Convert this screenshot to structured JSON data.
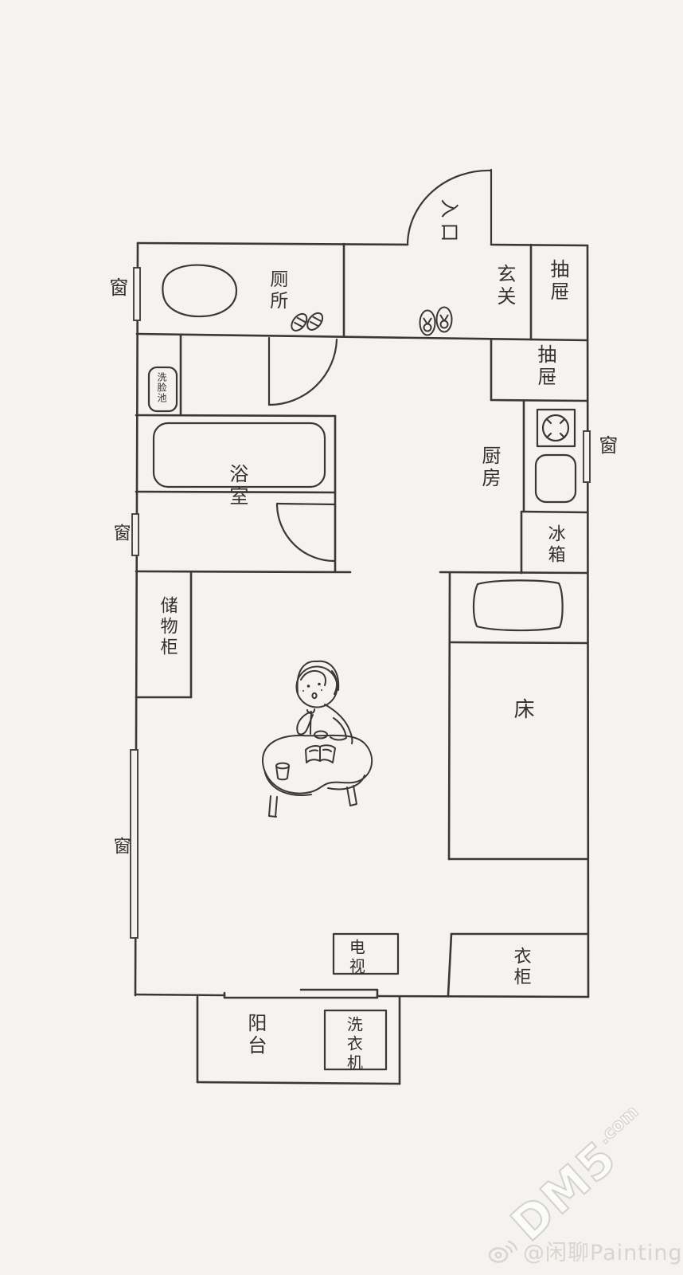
{
  "colors": {
    "paper": "#f4f3f0",
    "ink": "#3a3836",
    "watermark_gray": "#d8d4cf"
  },
  "plan": {
    "entrance": "入口",
    "entryway": "玄关",
    "drawer_top": "抽屉",
    "drawer_side": "抽屉",
    "toilet": "厕所",
    "wash_basin": "洗脸池",
    "bathroom": "浴室",
    "kitchen": "厨房",
    "fridge": "冰箱",
    "storage_cabinet": "储物柜",
    "bed": "床",
    "tv": "电视",
    "wardrobe": "衣柜",
    "balcony": "阳台",
    "washing_machine": "洗衣机",
    "windows": [
      "窗",
      "窗",
      "窗",
      "窗"
    ]
  },
  "watermark": {
    "account": "@闲聊Painting",
    "site": "DM5",
    "site_tld": ".com"
  }
}
